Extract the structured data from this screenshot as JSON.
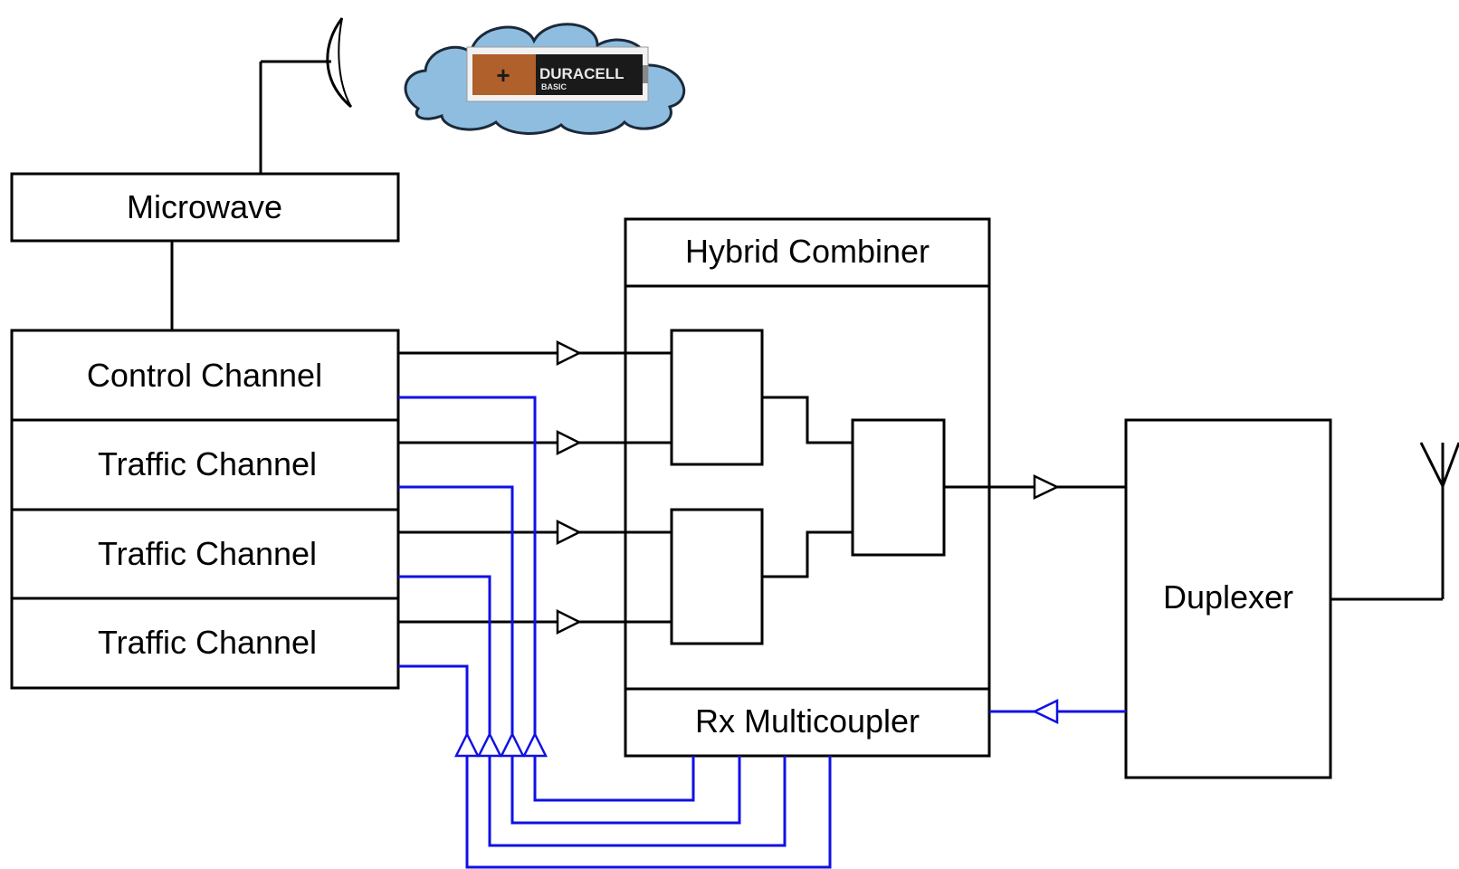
{
  "labels": {
    "microwave": "Microwave",
    "control_channel": "Control Channel",
    "traffic_channel_1": "Traffic Channel",
    "traffic_channel_2": "Traffic Channel",
    "traffic_channel_3": "Traffic Channel",
    "hybrid_combiner": "Hybrid Combiner",
    "rx_multicoupler": "Rx Multicoupler",
    "duplexer": "Duplexer"
  },
  "battery": {
    "brand": "DURACELL",
    "subtitle": "BASIC",
    "polarity": "+"
  },
  "colors": {
    "line": "#000000",
    "receive_line": "#1010e6",
    "cloud_fill": "#8fbde0",
    "cloud_outline": "#1b2a3a",
    "battery_copper": "#b0602a",
    "battery_black": "#1a1a1a"
  },
  "icons": {
    "dish": "microwave-dish-icon",
    "cloud": "cloud-icon",
    "battery": "battery-icon",
    "antenna": "antenna-icon"
  }
}
